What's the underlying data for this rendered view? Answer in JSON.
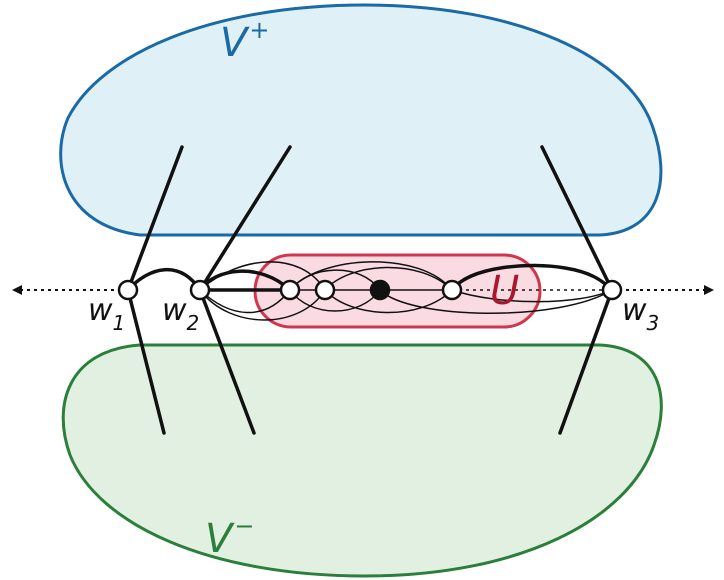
{
  "diagram": {
    "regions": {
      "top": {
        "name": "V",
        "sup": "+",
        "fill": "#dff0f7",
        "stroke": "#1a6aa5",
        "text_color": "#1a6aa5"
      },
      "bottom": {
        "name": "V",
        "sup": "−",
        "fill": "#e2f0e1",
        "stroke": "#2a7f3a",
        "text_color": "#2a7f3a"
      },
      "middle": {
        "name": "U",
        "fill": "#fadbe2",
        "stroke": "#d0374f",
        "text_color": "#a8172e"
      }
    },
    "vertices": [
      {
        "name": "w",
        "sub": "1"
      },
      {
        "name": "w",
        "sub": "2"
      },
      {
        "name": "w",
        "sub": "3"
      }
    ],
    "colors": {
      "edge": "#111111",
      "axis": "#111111",
      "node_fill": "#ffffff",
      "filled_node": "#111111"
    }
  }
}
